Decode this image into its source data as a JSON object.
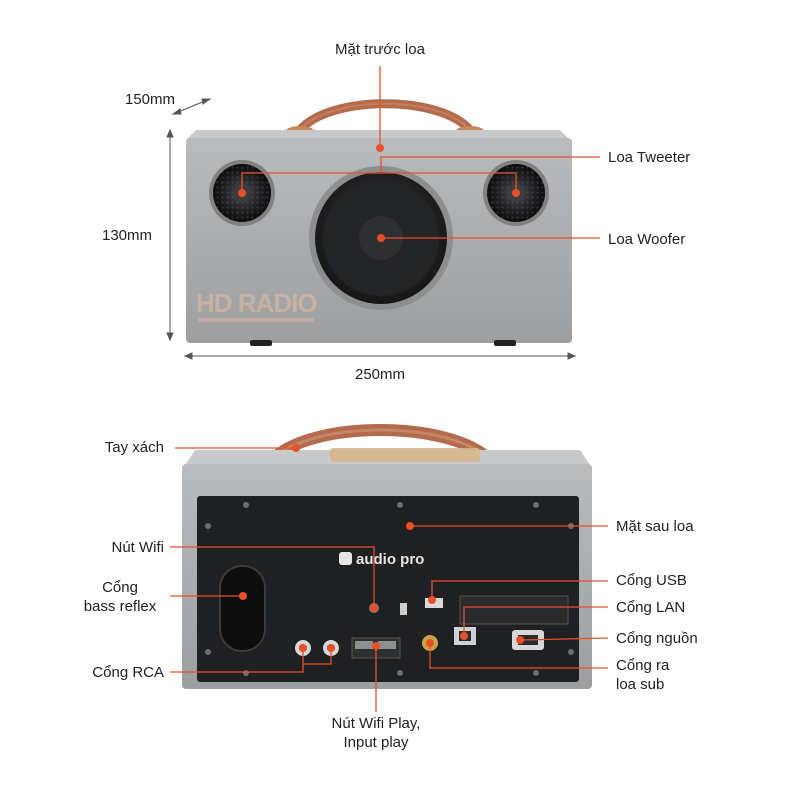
{
  "front": {
    "title": "Mặt trước loa",
    "dims": {
      "depth": "150mm",
      "height": "130mm",
      "width": "250mm"
    },
    "brand_watermark": "HD RADIO",
    "labels": {
      "tweeter": "Loa Tweeter",
      "woofer": "Loa Woofer"
    }
  },
  "back": {
    "logo_text": "audio pro",
    "labels": {
      "handle": "Tay xách",
      "back_face": "Mặt sau loa",
      "wifi_button": "Nút Wifi",
      "bass_reflex_line1": "Cổng",
      "bass_reflex_line2": "bass reflex",
      "rca": "Cổng RCA",
      "usb": "Cổng USB",
      "lan": "Cổng LAN",
      "power": "Cổng nguồn",
      "sub_out_line1": "Cổng ra",
      "sub_out_line2": "loa sub",
      "wifi_play_line1": "Nút Wifi Play,",
      "wifi_play_line2": "Input play"
    }
  },
  "colors": {
    "accent": "#e8502a",
    "body_gray": "#a9abad",
    "panel_dark": "#1f2022",
    "leather": "#b36b4e"
  }
}
